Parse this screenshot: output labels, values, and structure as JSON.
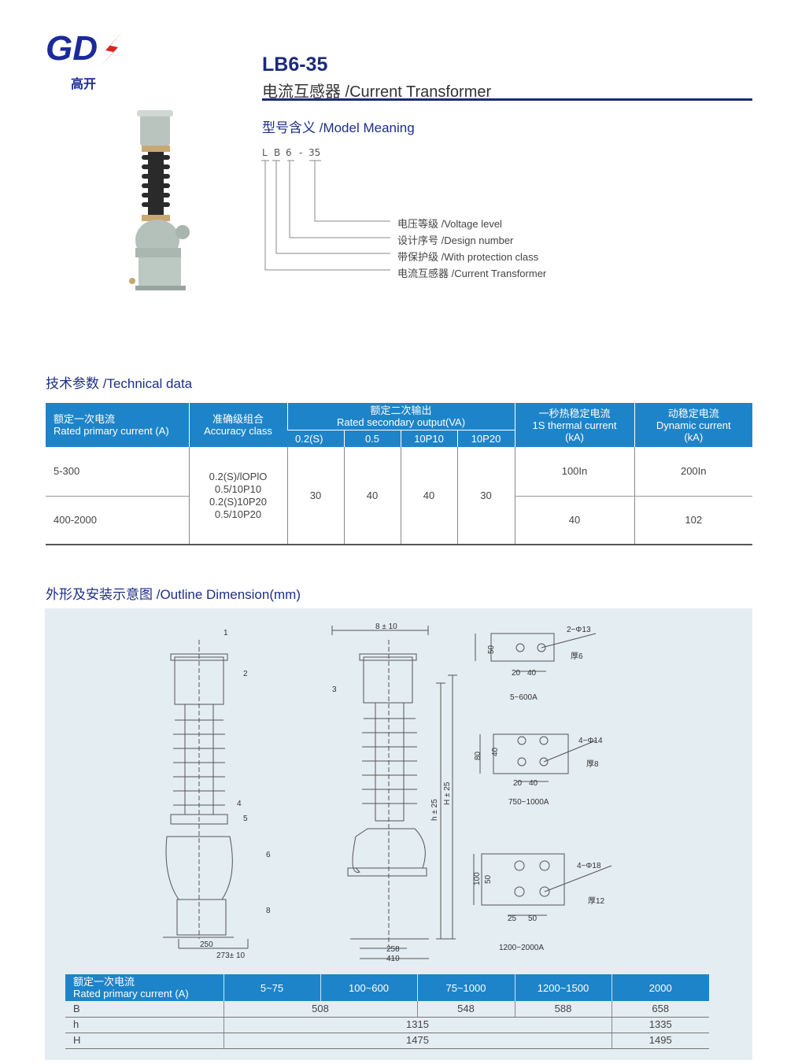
{
  "logo": {
    "letters": "GD",
    "chinese": "高开"
  },
  "header": {
    "model": "LB6-35",
    "subtitle": "电流互感器 /Current Transformer"
  },
  "model_meaning": {
    "title": "型号含义 /Model Meaning",
    "code": [
      "L",
      "B",
      "6",
      "-",
      "35"
    ],
    "items": [
      "电压等级 /Voltage level",
      "设计序号 /Design number",
      "带保护级 /With protection class",
      "电流互感器 /Current Transformer"
    ]
  },
  "technical": {
    "title": "技术参数 /Technical data",
    "headers": {
      "primary": [
        "额定一次电流",
        "Rated primary current (A)"
      ],
      "accuracy": [
        "准确级组合",
        "Accuracy class"
      ],
      "output": [
        "额定二次输出",
        "Rated secondary output(VA)"
      ],
      "output_sub": [
        "0.2(S)",
        "0.5",
        "10P10",
        "10P20"
      ],
      "thermal": [
        "一秒热稳定电流",
        "1S thermal current",
        "(kA)"
      ],
      "dynamic": [
        "动稳定电流",
        "Dynamic current",
        "(kA)"
      ]
    },
    "rows": [
      {
        "primary": "5-300",
        "thermal": "100In",
        "dynamic": "200In"
      },
      {
        "primary": "400-2000",
        "thermal": "40",
        "dynamic": "102"
      }
    ],
    "accuracy": [
      "0.2(S)/lOPlO",
      "0.5/10P10",
      "0.2(S)10P20",
      "0.5/10P20"
    ],
    "outputs": [
      "30",
      "40",
      "40",
      "30"
    ]
  },
  "outline": {
    "title": "外形及安装示意图 /Outline Dimension(mm)",
    "front_labels": [
      "1",
      "2",
      "3",
      "4",
      "5",
      "6",
      "8"
    ],
    "front_dims": [
      "250",
      "273± 10"
    ],
    "side_dims": [
      "8 ± 10",
      "h ± 25",
      "H ± 25",
      "258",
      "410"
    ],
    "plates": [
      {
        "holes": "2−Φ13",
        "thickness": "厚6",
        "dims": [
          "50",
          "20",
          "40"
        ],
        "range": "5−600A"
      },
      {
        "holes": "4−Φ14",
        "thickness": "厚8",
        "dims": [
          "80",
          "40",
          "20",
          "40"
        ],
        "range": "750−1000A"
      },
      {
        "holes": "4−Φ18",
        "thickness": "厚12",
        "dims": [
          "100",
          "50",
          "25",
          "50"
        ],
        "range": "1200−2000A"
      }
    ]
  },
  "dimensions": {
    "header_label": [
      "额定一次电流",
      "Rated primary current (A)"
    ],
    "columns": [
      "5~75",
      "100~600",
      "75~1000",
      "1200~1500",
      "2000"
    ],
    "rows": [
      {
        "label": "B",
        "values": [
          "508",
          "548",
          "588",
          "658"
        ]
      },
      {
        "label": "h",
        "values": [
          "1315",
          "1335"
        ]
      },
      {
        "label": "H",
        "values": [
          "1475",
          "1495"
        ]
      }
    ]
  },
  "colors": {
    "brand": "#1a2a7a",
    "header_blue": "#1e84c9",
    "panel": "#e4edf2",
    "bolt": "#e02020"
  }
}
